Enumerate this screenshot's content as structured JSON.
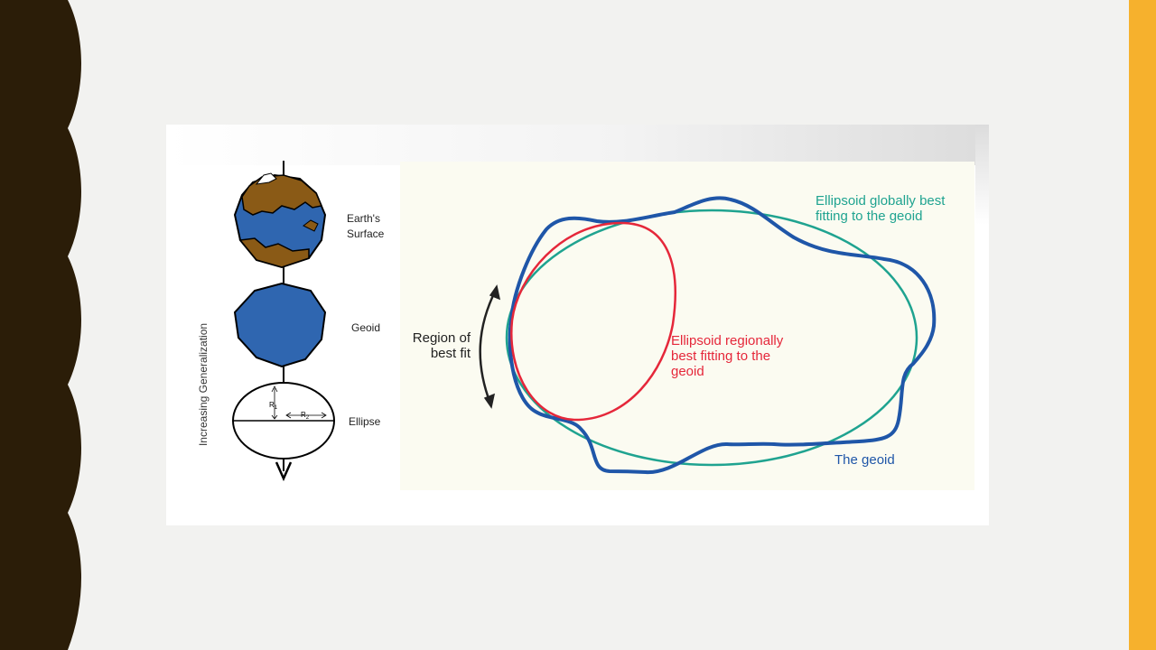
{
  "generalization_diagram": {
    "axis_label": "Increasing Generalization",
    "stages": [
      {
        "label": "Earth's"
      },
      {
        "label": "Surface"
      },
      {
        "label": "Geoid"
      },
      {
        "label": "Ellipse"
      }
    ],
    "radius_labels": {
      "r1": "R",
      "r1_sub": "1",
      "r2": "R",
      "r2_sub": "2"
    }
  },
  "geoid_fit_diagram": {
    "region_label_line1": "Region of",
    "region_label_line2": "best fit",
    "global_label_line1": "Ellipsoid globally best",
    "global_label_line2": "fitting to the geoid",
    "regional_label_line1": "Ellipsoid regionally",
    "regional_label_line2": "best fitting to the",
    "regional_label_line3": "geoid",
    "geoid_label": "The geoid"
  },
  "colors": {
    "left_wave": "#2b1d08",
    "right_bar": "#f6b12d",
    "earth_blue": "#2f66b0",
    "earth_brown": "#8a5a16",
    "geoid_blue": "#1f56a8",
    "global_teal": "#1fa390",
    "regional_red": "#e5273a"
  }
}
